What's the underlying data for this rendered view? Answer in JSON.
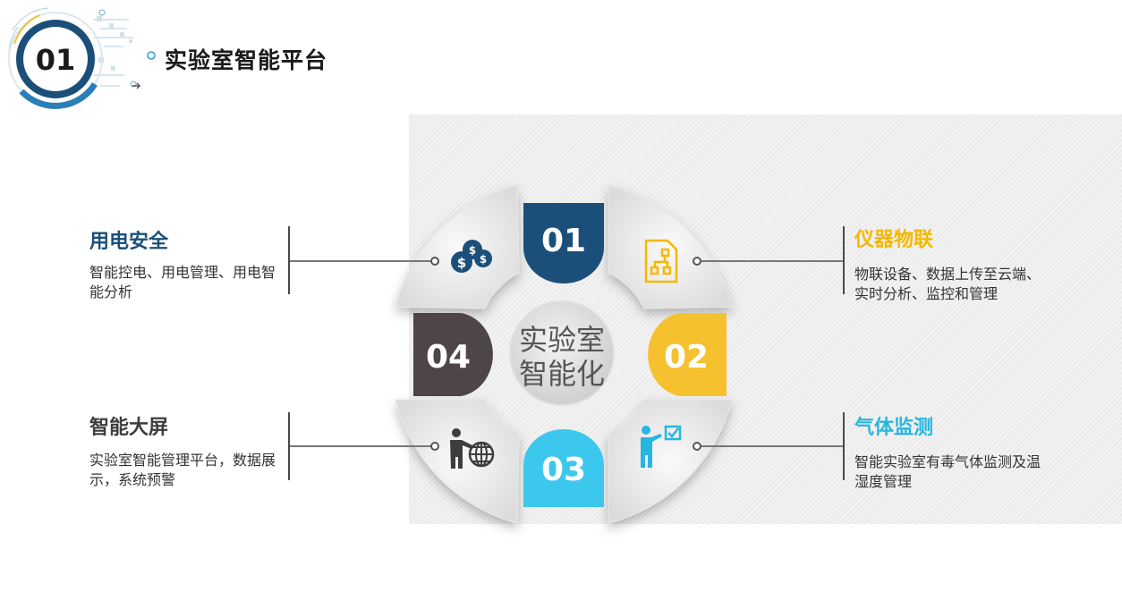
{
  "header": {
    "number": "01",
    "title": "实验室智能平台"
  },
  "center": {
    "line1": "实验室",
    "line2": "智能化"
  },
  "segments": [
    {
      "number": "01",
      "color": "#1b4f7a"
    },
    {
      "number": "02",
      "color": "#f5c12e"
    },
    {
      "number": "03",
      "color": "#3cc8ec"
    },
    {
      "number": "04",
      "color": "#4d4548"
    }
  ],
  "items": {
    "top_left": {
      "title": "用电安全",
      "title_color": "#1b4f7a",
      "desc": "智能控电、用电管理、用电智能分析",
      "icon": "money-coins-icon"
    },
    "top_right": {
      "title": "仪器物联",
      "title_color": "#f5b800",
      "desc": "物联设备、数据上传至云端、实时分析、监控和管理",
      "icon": "document-flowchart-icon"
    },
    "bottom_left": {
      "title": "智能大屏",
      "title_color": "#3d3d3d",
      "desc": "实验室智能管理平台，数据展示，系统预警",
      "icon": "presenter-globe-icon"
    },
    "bottom_right": {
      "title": "气体监测",
      "title_color": "#27b6e0",
      "desc": "智能实验室有毒气体监测及温湿度管理",
      "icon": "presenter-checkbox-icon"
    }
  }
}
